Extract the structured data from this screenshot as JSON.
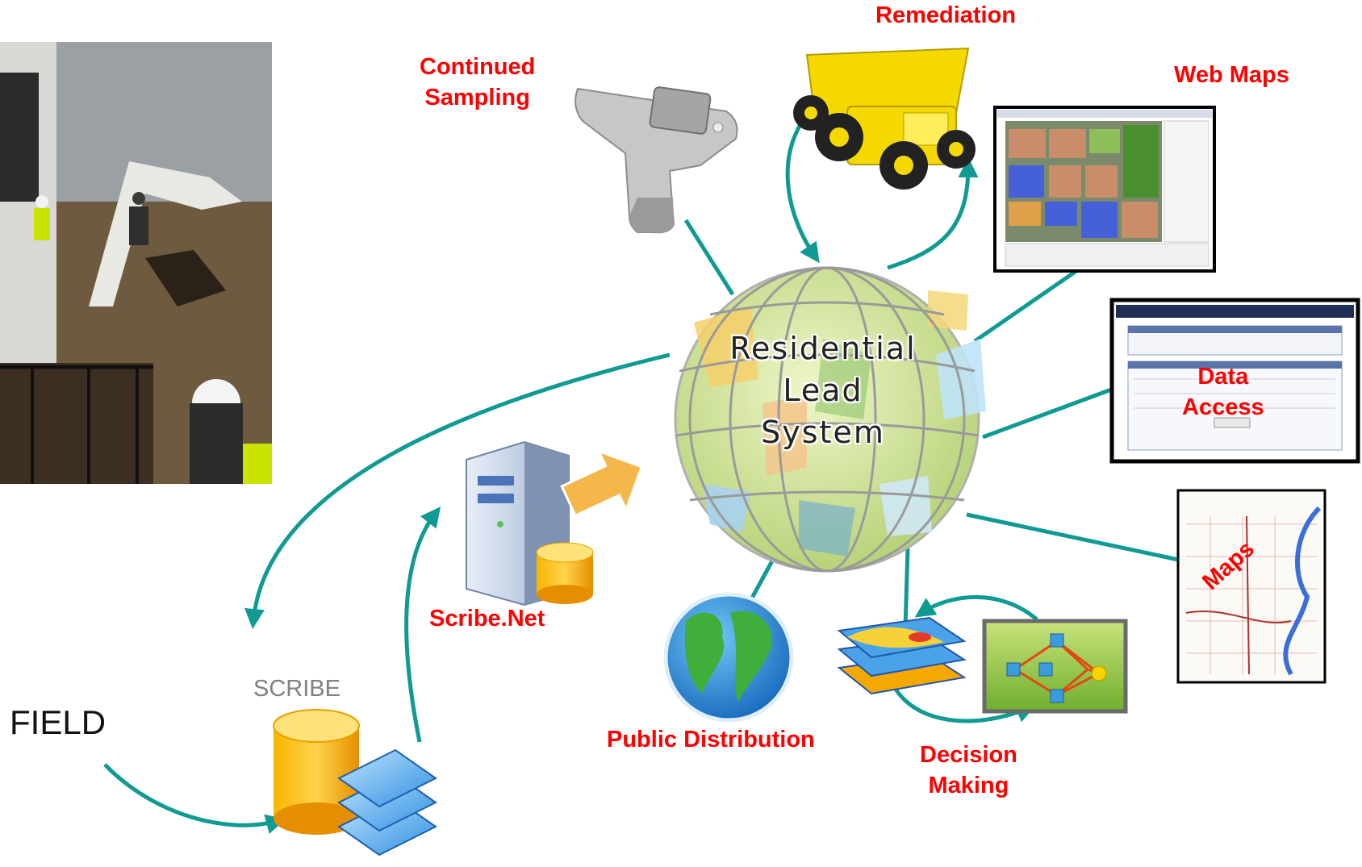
{
  "center": {
    "title": "Residential\nLead\nSystem"
  },
  "field": {
    "label": "FIELD"
  },
  "scribe": {
    "label": "SCRIBE"
  },
  "labels": {
    "remediation": "Remediation",
    "continued_sampling": "Continued\nSampling",
    "web_maps": "Web Maps",
    "data_access": "Data\nAccess",
    "scribe_net": "Scribe.Net",
    "public_distribution": "Public Distribution",
    "decision_making": "Decision\nMaking",
    "maps": "Maps"
  },
  "colors": {
    "connector": "#0f9a93",
    "label_red": "#ff0000",
    "dump_truck": "#f5d800",
    "database": "#f5a800",
    "layers": "#4aa3e8"
  },
  "icons": {
    "photo": "excavation-photo",
    "xrf": "xrf-analyzer-icon",
    "truck": "dump-truck-icon",
    "server": "server-icon",
    "globe": "globe-icon",
    "map_layers": "map-layers-icon",
    "network": "network-diagram-icon",
    "database": "database-icon",
    "web_map": "web-map-thumbnail",
    "data_app": "data-application-thumbnail",
    "street_map": "street-map-thumbnail"
  }
}
